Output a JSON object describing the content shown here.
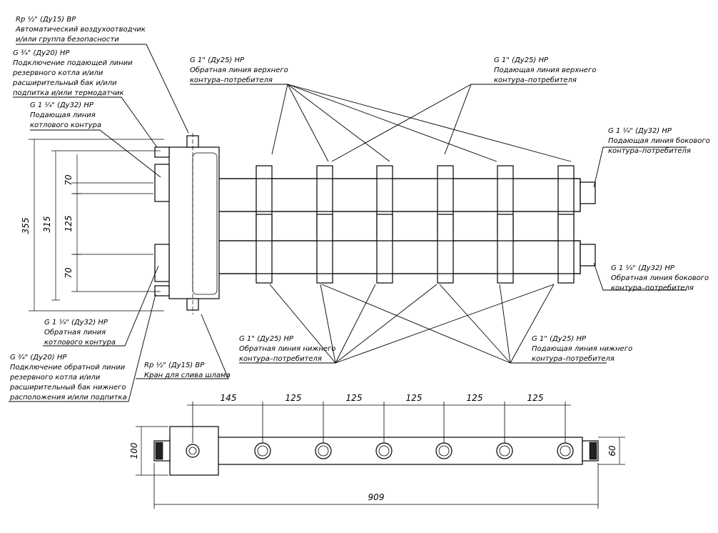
{
  "labels": {
    "air_vent": [
      "Rp ½\" (Ду15) ВР",
      "Автоматический воздухоотводчик",
      "и/или группа безопасности"
    ],
    "reserve_supply": [
      "G ¾\" (Ду20) НР",
      "Подключение подающей линии",
      "резервного котла и/или",
      "расширительный бак и/или",
      "подпитка и/или термодатчик"
    ],
    "boiler_supply": [
      "G 1 ¼\" (Ду32) НР",
      "Подающая линия",
      "котлового контура"
    ],
    "upper_return": [
      "G 1\" (Ду25) НР",
      "Обратная линия верхнего",
      "контура–потребителя"
    ],
    "upper_supply": [
      "G 1\" (Ду25) НР",
      "Подающая линия верхнего",
      "контура–потребителя"
    ],
    "side_supply": [
      "G 1 ¼\" (Ду32) НР",
      "Подающая линия бокового",
      "контура–потребителя"
    ],
    "side_return": [
      "G 1 ¼\" (Ду32) НР",
      "Обратная линия бокового",
      "контура–потребителя"
    ],
    "boiler_return": [
      "G 1 ¼\" (Ду32) НР",
      "Обратная линия",
      "котлового контура"
    ],
    "reserve_return": [
      "G ¾\" (Ду20) НР",
      "Подключение обратной линии",
      "резервного котла и/или",
      "расширительный бак нижнего",
      "расположения и/или подпитка"
    ],
    "drain": [
      "Rp ½\" (Ду15) ВР",
      "Кран для слива шлама"
    ],
    "lower_return": [
      "G 1\" (Ду25) НР",
      "Обратная линия нижнего",
      "контура–потребителя"
    ],
    "lower_supply": [
      "G 1\" (Ду25) НР",
      "Подающая линия нижнего",
      "контура–потребителя"
    ]
  },
  "dimensions": {
    "side_upper": "70",
    "side_middle": "125",
    "side_lower": "70",
    "side_inner_total": "315",
    "side_outer_total": "355",
    "bottom_spacing": [
      "145",
      "125",
      "125",
      "125",
      "125",
      "125"
    ],
    "bottom_total": "909",
    "bottom_height_left": "100",
    "bottom_height_right": "60"
  }
}
